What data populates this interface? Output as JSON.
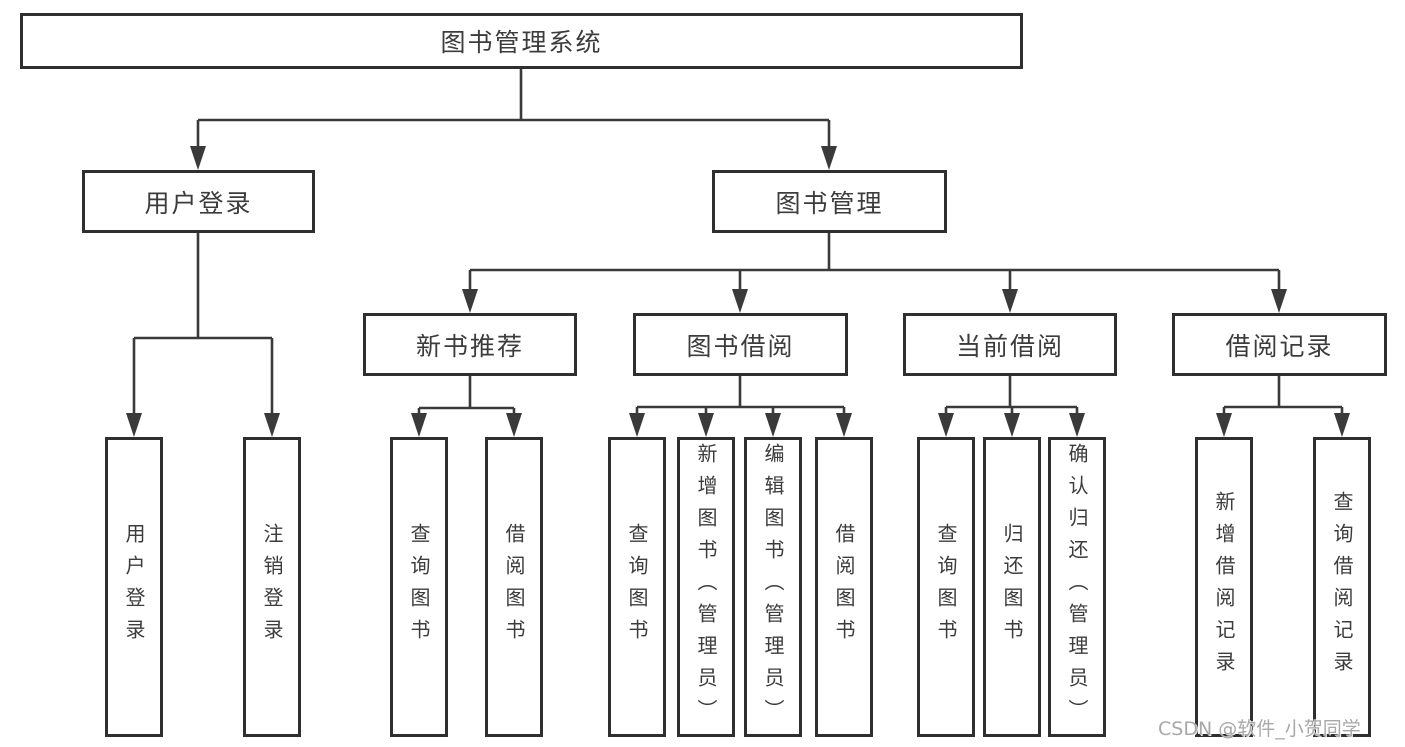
{
  "tree": {
    "root": "图书管理系统",
    "branches": [
      {
        "label": "用户登录",
        "children": [
          "用户登录",
          "注销登录"
        ]
      },
      {
        "label": "图书管理",
        "children": [
          {
            "label": "新书推荐",
            "children": [
              "查询图书",
              "借阅图书"
            ]
          },
          {
            "label": "图书借阅",
            "children": [
              "查询图书",
              "新增图书（管理员）",
              "编辑图书（管理员）",
              "借阅图书"
            ]
          },
          {
            "label": "当前借阅",
            "children": [
              "查询图书",
              "归还图书",
              "确认归还（管理员）"
            ]
          },
          {
            "label": "借阅记录",
            "children": [
              "新增借阅记录",
              "查询借阅记录"
            ]
          }
        ]
      }
    ]
  },
  "watermark": "CSDN @软件_小贺同学",
  "colors": {
    "line": "#3a3a3a",
    "box_border": "#2f2f2f",
    "text": "#3c3c3c",
    "background": "#ffffff",
    "watermark": "#a8a8a8"
  }
}
